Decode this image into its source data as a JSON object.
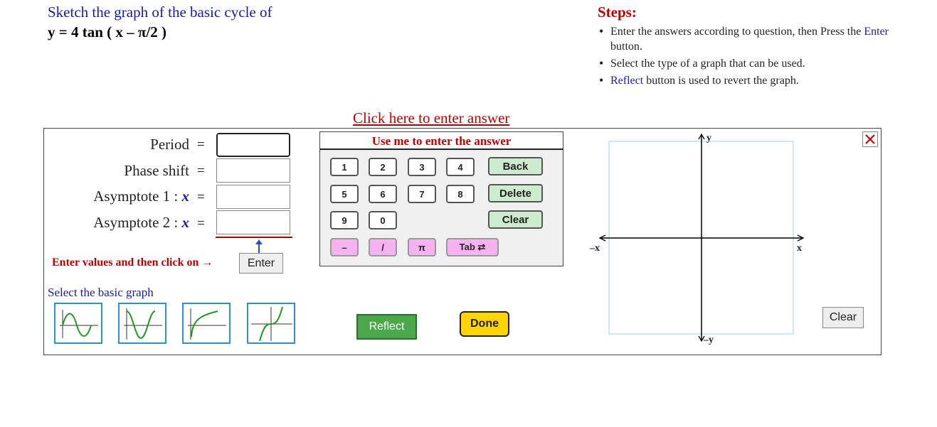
{
  "question": {
    "title": "Sketch the graph of the basic cycle of",
    "equation": "y = 4 tan ( x – π/2 )"
  },
  "steps": {
    "title": "Steps:",
    "items": [
      {
        "before": "Enter the answers according to question, then Press the ",
        "highlight": "Enter",
        "after": " button."
      },
      {
        "before": "Select the type of a graph that can be used.",
        "highlight": "",
        "after": ""
      },
      {
        "before": "",
        "highlight": "Reflect",
        "after": " button is used to revert the graph."
      }
    ]
  },
  "link": {
    "label": "Click here to enter answer"
  },
  "fields": {
    "period": {
      "label": "Period",
      "value": ""
    },
    "phase_shift": {
      "label": "Phase shift",
      "value": ""
    },
    "asymptote1": {
      "label": "Asymptote 1 : ",
      "var": "x",
      "value": ""
    },
    "asymptote2": {
      "label": "Asymptote 2 : ",
      "var": "x",
      "value": ""
    },
    "equals": "="
  },
  "enter": {
    "prompt": "Enter values and then click on →",
    "button_label": "Enter"
  },
  "graph_select": {
    "label": "Select the basic graph",
    "options": [
      "sine-graph",
      "cosine-graph",
      "log-graph",
      "tangent-graph"
    ]
  },
  "keypad": {
    "header": "Use me to enter the answer",
    "digits": [
      "1",
      "2",
      "3",
      "4",
      "5",
      "6",
      "7",
      "8",
      "9",
      "0"
    ],
    "back": "Back",
    "delete": "Delete",
    "clear": "Clear",
    "minus": "–",
    "slash": "/",
    "pi": "π",
    "tab": "Tab ⇄"
  },
  "buttons": {
    "reflect": "Reflect",
    "done": "Done",
    "graph_clear": "Clear"
  },
  "axes": {
    "y_pos": "y",
    "y_neg": "–y",
    "x_pos": "x",
    "x_neg": "–x"
  },
  "colors": {
    "title_blue": "#1a1aa6",
    "accent_red": "#c00000",
    "curve_green": "#1a9a1a",
    "thumb_border": "#2a8fd6",
    "reflect_green": "#4aa84a",
    "done_yellow": "#ffd400",
    "key_green": "#cdeccd",
    "key_pink": "#f6b2f0"
  }
}
